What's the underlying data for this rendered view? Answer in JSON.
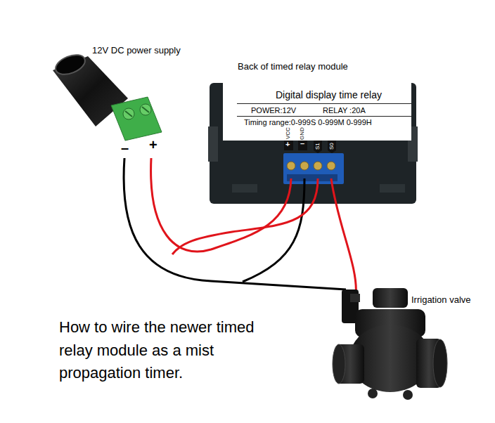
{
  "diagram": {
    "caption": "How to wire the newer timed relay module as a mist propagation timer.",
    "nodes": [
      {
        "text": [
          "Digital display time relay",
          "POWER:12V",
          "RELAY :20A",
          "Timing range:0-999S 0-999M 0-999H"
        ]
      }
    ],
    "labels": [
      "12V DC power supply",
      "–",
      "+",
      "Back of timed relay module",
      "+",
      "–",
      "VCC",
      "GND",
      "S1",
      "S0",
      "Irrigation valve"
    ]
  }
}
